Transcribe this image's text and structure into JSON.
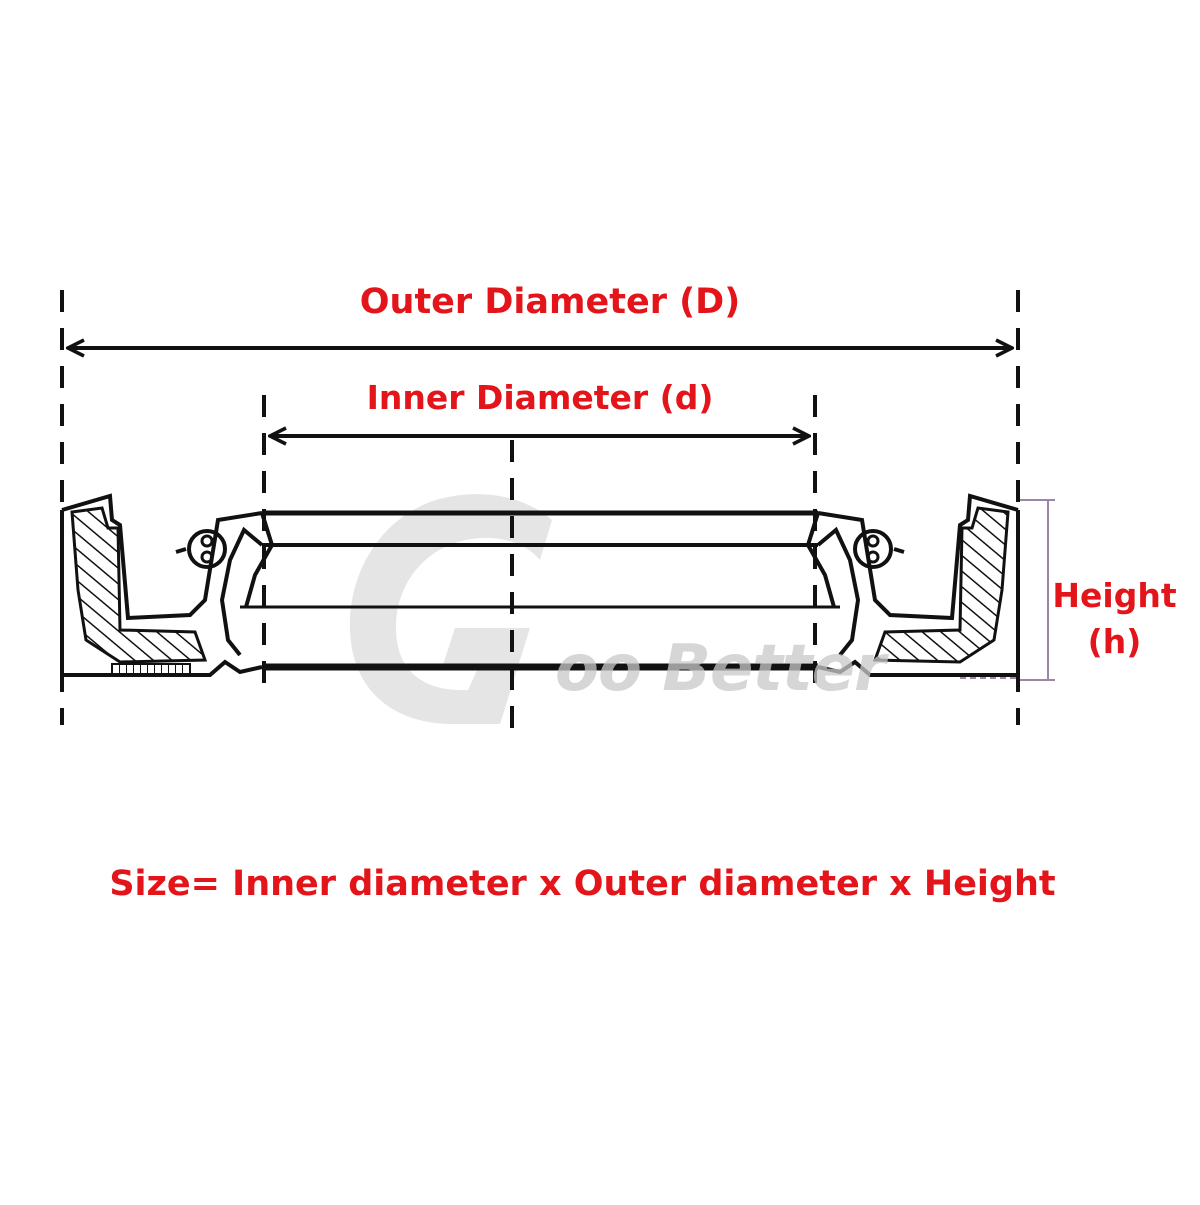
{
  "labels": {
    "outer": "Outer Diameter (D)",
    "inner": "Inner Diameter (d)",
    "height_line1": "Height",
    "height_line2": "(h)",
    "formula": "Size= Inner diameter x Outer diameter x Height"
  },
  "watermark": {
    "text": "oo Better"
  },
  "colors": {
    "label": "#e3151a",
    "line": "#111111",
    "watermark": "#c9c9c9",
    "height_guide": "#9b86a8"
  }
}
